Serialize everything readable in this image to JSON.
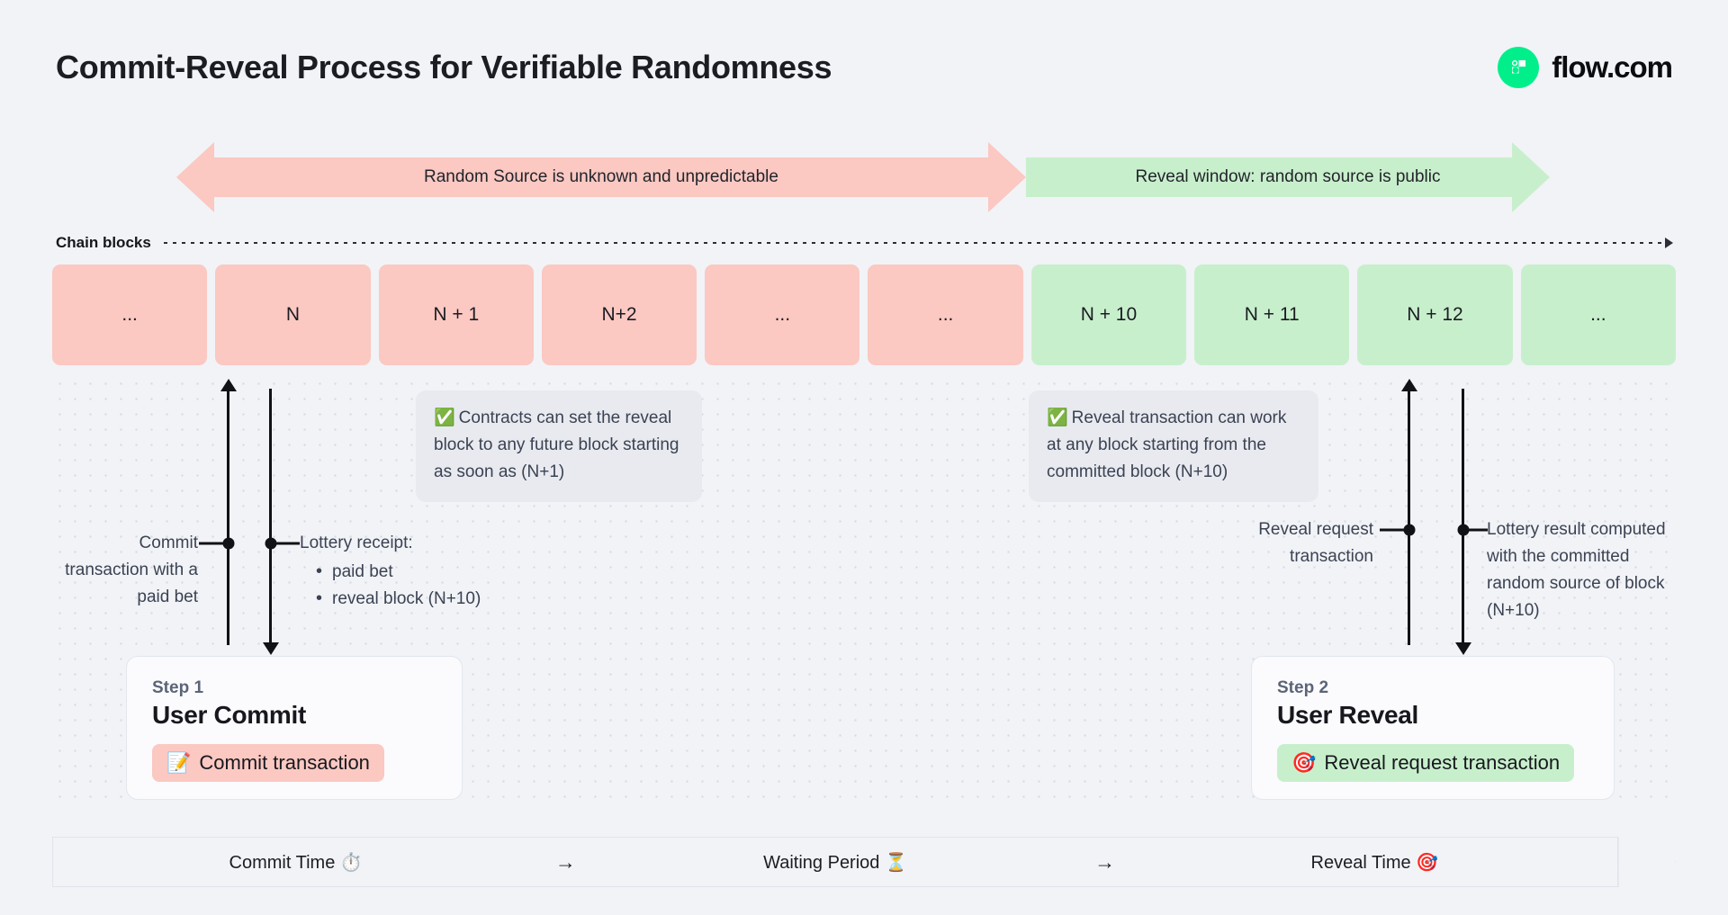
{
  "header": {
    "title": "Commit-Reveal Process for Verifiable Randomness",
    "brand_name": "flow.com",
    "brand_color": "#00ef8b"
  },
  "phases": {
    "unknown": {
      "label": "Random Source is unknown and unpredictable",
      "color": "#fbc8c2"
    },
    "reveal": {
      "label": "Reveal window: random source is public",
      "color": "#c8efcc"
    }
  },
  "chain": {
    "rail_label": "Chain blocks",
    "blocks": [
      {
        "label": "...",
        "tone": "pink"
      },
      {
        "label": "N",
        "tone": "pink"
      },
      {
        "label": "N + 1",
        "tone": "pink"
      },
      {
        "label": "N+2",
        "tone": "pink"
      },
      {
        "label": "...",
        "tone": "pink"
      },
      {
        "label": "...",
        "tone": "pink"
      },
      {
        "label": "N + 10",
        "tone": "green"
      },
      {
        "label": "N + 11",
        "tone": "green"
      },
      {
        "label": "N + 12",
        "tone": "green"
      },
      {
        "label": "...",
        "tone": "green"
      }
    ]
  },
  "callouts": {
    "commit": {
      "emoji": "✅",
      "text": "Contracts can set the reveal block to any future block starting as soon as (N+1)"
    },
    "reveal": {
      "emoji": "✅",
      "text": "Reveal transaction can work at any block starting from the committed block (N+10)"
    }
  },
  "annotations": {
    "commit_tx": "Commit transaction with a paid bet",
    "lottery_receipt_title": "Lottery receipt:",
    "lottery_receipt_items": [
      "paid bet",
      "reveal block (N+10)"
    ],
    "reveal_request": "Reveal request transaction",
    "lottery_result": "Lottery result computed with the committed random source of block (N+10)"
  },
  "steps": [
    {
      "kicker": "Step 1",
      "title": "User Commit",
      "pill_emoji": "📝",
      "pill_label": "Commit transaction",
      "pill_tone": "pink"
    },
    {
      "kicker": "Step 2",
      "title": "User Reveal",
      "pill_emoji": "🎯",
      "pill_label": "Reveal request transaction",
      "pill_tone": "green"
    }
  ],
  "timeline": {
    "segments": [
      {
        "label": "Commit Time ⏱️"
      },
      {
        "label": "Waiting Period ⏳"
      },
      {
        "label": "Reveal Time 🎯"
      }
    ],
    "separator": "→"
  }
}
